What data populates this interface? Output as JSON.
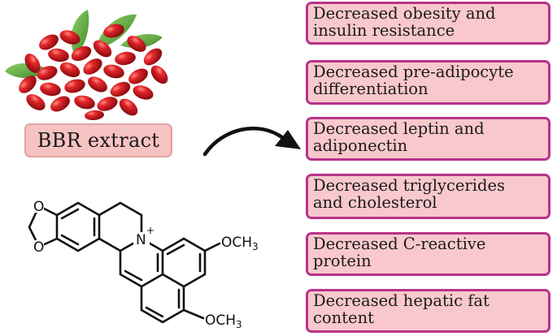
{
  "extract_label": "BBR extract",
  "effects": [
    [
      "Decreased obesity and",
      "insulin resistance"
    ],
    [
      "Decreased pre-adipocyte",
      "differentiation"
    ],
    [
      "Decreased leptin and",
      "adiponectin"
    ],
    [
      "Decreased triglycerides",
      "and cholesterol"
    ],
    [
      "Decreased C-reactive",
      "protein"
    ],
    [
      "Decreased hepatic fat",
      "content"
    ]
  ],
  "molecule": {
    "substituent_top": "OCH",
    "substituent_bottom": "OCH",
    "subscript": "3",
    "nitrogen": "N",
    "charge": "+",
    "oxygen": "O"
  },
  "colors": {
    "box_fill": "#f8c8cc",
    "box_border": "#b8338a",
    "pill_fill": "#f7c2c2",
    "berry_red": "#c8141c",
    "leaf_green": "#5aa83a"
  }
}
